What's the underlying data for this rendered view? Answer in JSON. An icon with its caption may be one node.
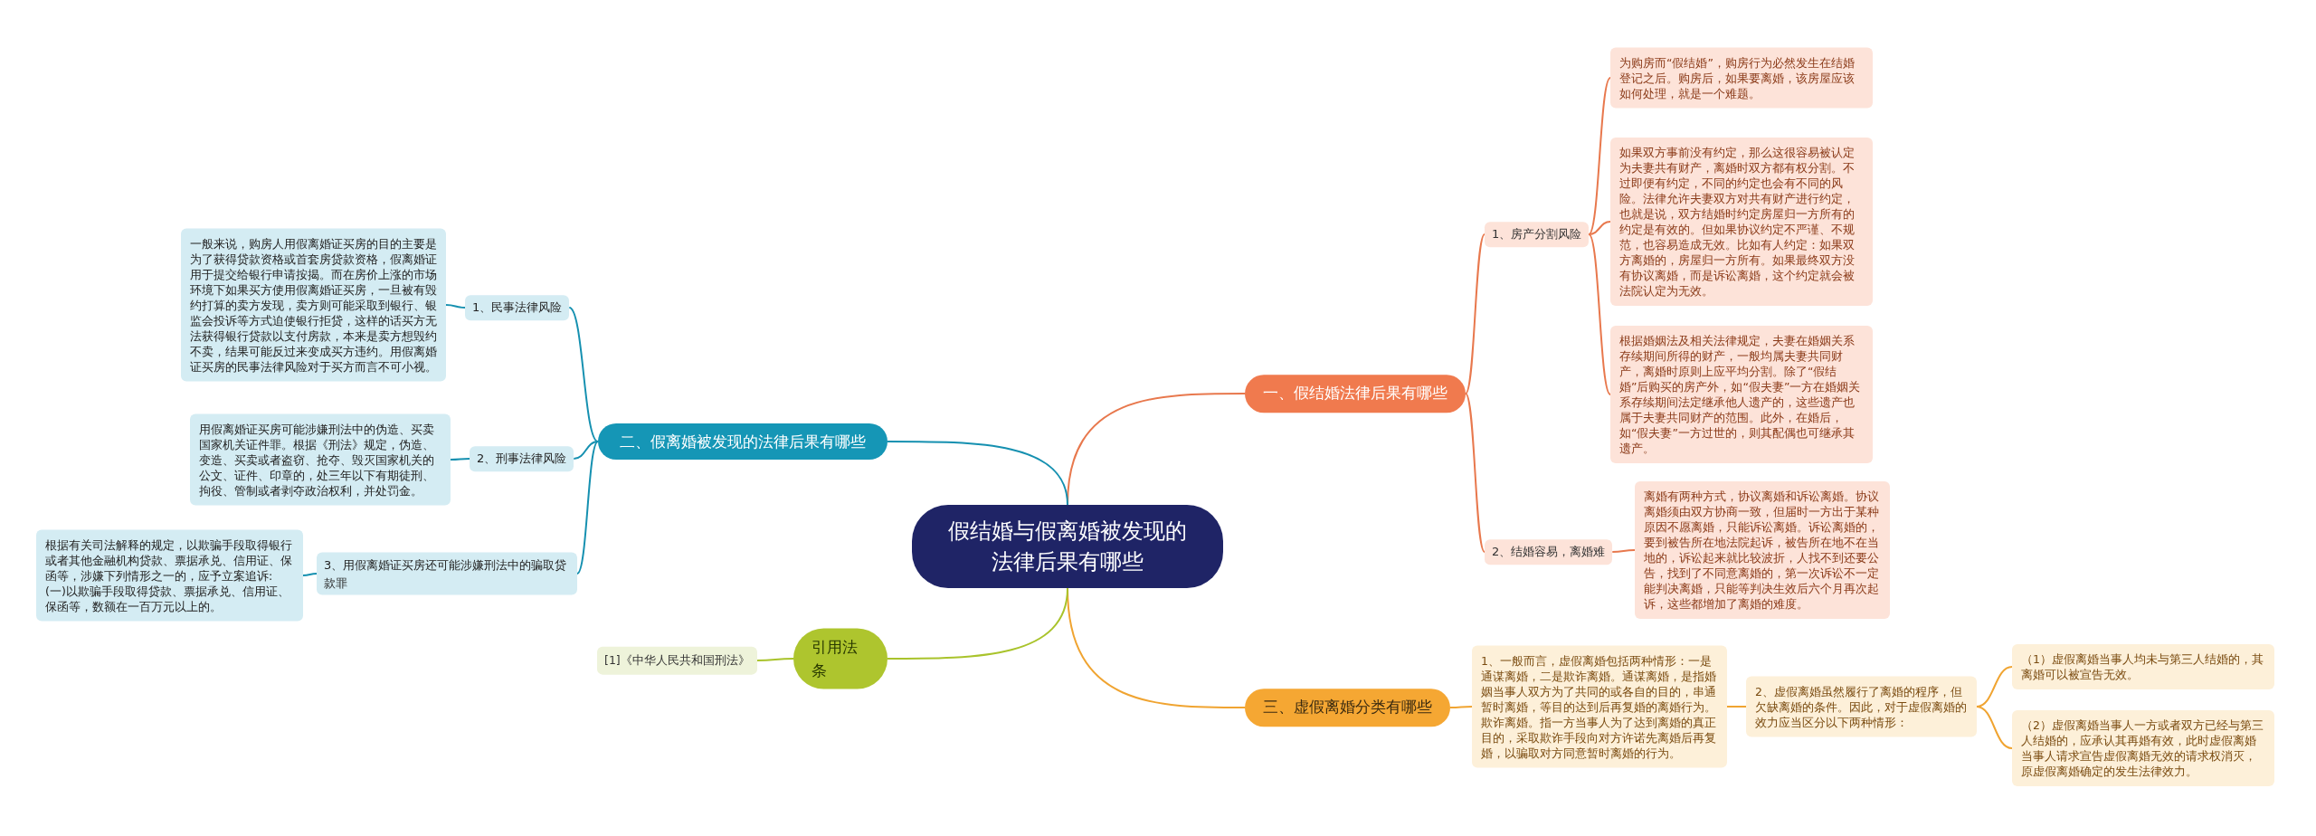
{
  "diagram": {
    "nodes": [
      {
        "text": [
          "假结婚与假离婚被发现的法律后果有哪些"
        ]
      },
      {
        "text": [
          "一、假结婚法律后果有哪些"
        ]
      },
      {
        "text": [
          "1、房产分割风险"
        ]
      },
      {
        "text": [
          "为购房而“假结婚”，购房行为必然发生在结婚登记之后。购房后，如果要离婚，该房屋应该如何处理，就是一个难题。"
        ]
      },
      {
        "text": [
          "如果双方事前没有约定，那么这很容易被认定为夫妻共有财产，离婚时双方都有权分割。不过即便有约定，不同的约定也会有不同的风险。法律允许夫妻双方对共有财产进行约定，也就是说，双方结婚时约定房屋归一方所有的约定是有效的。但如果协议约定不严谨、不规范，也容易造成无效。比如有人约定：如果双方离婚的，房屋归一方所有。如果最终双方没有协议离婚，而是诉讼离婚，这个约定就会被法院认定为无效。"
        ]
      },
      {
        "text": [
          "根据婚姻法及相关法律规定，夫妻在婚姻关系存续期间所得的财产，一般均属夫妻共同财产，离婚时原则上应平均分割。除了“假结婚”后购买的房产外，如“假夫妻”一方在婚姻关系存续期间法定继承他人遗产的，这些遗产也属于夫妻共同财产的范围。此外，在婚后，如“假夫妻”一方过世的，则其配偶也可继承其遗产。"
        ]
      },
      {
        "text": [
          "2、结婚容易，离婚难"
        ]
      },
      {
        "text": [
          "离婚有两种方式，协议离婚和诉讼离婚。协议离婚须由双方协商一致，但届时一方出于某种原因不愿离婚，只能诉讼离婚。诉讼离婚的，要到被告所在地法院起诉，被告所在地不在当地的，诉讼起来就比较波折，人找不到还要公告，找到了不同意离婚的，第一次诉讼不一定能判决离婚，只能等判决生效后六个月再次起诉，这些都增加了离婚的难度。"
        ]
      },
      {
        "text": [
          "三、虚假离婚分类有哪些"
        ]
      },
      {
        "text": [
          "1、一般而言，虚假离婚包括两种情形：一是通谋离婚，二是欺诈离婚。通谋离婚，是指婚姻当事人双方为了共同的或各自的目的，串通暂时离婚，等目的达到后再复婚的离婚行为。欺诈离婚。指一方当事人为了达到离婚的真正目的，采取欺诈手段向对方许诺先离婚后再复婚，以骗取对方同意暂时离婚的行为。"
        ]
      },
      {
        "text": [
          "2、虚假离婚虽然履行了离婚的程序，但欠缺离婚的条件。因此，对于虚假离婚的效力应当区分以下两种情形："
        ]
      },
      {
        "text": [
          "（1）虚假离婚当事人均未与第三人结婚的，其离婚可以被宣告无效。"
        ]
      },
      {
        "text": [
          "（2）虚假离婚当事人一方或者双方已经与第三人结婚的，应承认其再婚有效，此时虚假离婚当事人请求宣告虚假离婚无效的请求权消灭，原虚假离婚确定的发生法律效力。"
        ]
      },
      {
        "text": [
          "二、假离婚被发现的法律后果有哪些"
        ]
      },
      {
        "text": [
          "1、民事法律风险"
        ]
      },
      {
        "text": [
          "一般来说，购房人用假离婚证买房的目的主要是为了获得贷款资格或首套房贷款资格，假离婚证用于提交给银行申请按揭。而在房价上涨的市场环境下如果买方使用假离婚证买房，一旦被有毁约打算的卖方发现，卖方则可能采取到银行、银监会投诉等方式迫使银行拒贷，这样的话买方无法获得银行贷款以支付房款，本来是卖方想毁约不卖，结果可能反过来变成买方违约。用假离婚证买房的民事法律风险对于买方而言不可小视。"
        ]
      },
      {
        "text": [
          "2、刑事法律风险"
        ]
      },
      {
        "text": [
          "用假离婚证买房可能涉嫌刑法中的伪造、买卖国家机关证件罪。根据《刑法》规定，伪造、变造、买卖或者盗窃、抢夺、毁灭国家机关的公文、证件、印章的，处三年以下有期徒刑、拘役、管制或者剥夺政治权利，并处罚金。"
        ]
      },
      {
        "text": [
          "3、用假离婚证买房还可能涉嫌刑法中的骗取贷款罪"
        ]
      },
      {
        "text": [
          "根据有关司法解释的规定，以欺骗手段取得银行或者其他金融机构贷款、票据承兑、信用证、保函等，涉嫌下列情形之一的，应予立案追诉: (一)以欺骗手段取得贷款、票据承兑、信用证、保函等，数额在一百万元以上的。"
        ]
      },
      {
        "text": [
          "引用法条"
        ]
      },
      {
        "text": [
          "[1]《中华人民共和国刑法》"
        ]
      }
    ],
    "edges": [
      {
        "from": 0,
        "to": 1,
        "arrow": "none",
        "color": "#e8784d"
      },
      {
        "from": 1,
        "to": 2,
        "arrow": "none",
        "color": "#e8784d"
      },
      {
        "from": 2,
        "to": 3,
        "arrow": "none",
        "color": "#e8784d"
      },
      {
        "from": 2,
        "to": 4,
        "arrow": "none",
        "color": "#e8784d"
      },
      {
        "from": 2,
        "to": 5,
        "arrow": "none",
        "color": "#e8784d"
      },
      {
        "from": 1,
        "to": 6,
        "arrow": "none",
        "color": "#e8784d"
      },
      {
        "from": 6,
        "to": 7,
        "arrow": "none",
        "color": "#e8784d"
      },
      {
        "from": 0,
        "to": 8,
        "arrow": "none",
        "color": "#f0a431"
      },
      {
        "from": 8,
        "to": 9,
        "arrow": "none",
        "color": "#f0a431"
      },
      {
        "from": 9,
        "to": 10,
        "arrow": "none",
        "color": "#f0a431"
      },
      {
        "from": 10,
        "to": 11,
        "arrow": "none",
        "color": "#f0a431"
      },
      {
        "from": 10,
        "to": 12,
        "arrow": "none",
        "color": "#f0a431"
      },
      {
        "from": 0,
        "to": 13,
        "arrow": "none",
        "color": "#1590b0"
      },
      {
        "from": 13,
        "to": 14,
        "arrow": "none",
        "color": "#1590b0"
      },
      {
        "from": 14,
        "to": 15,
        "arrow": "none",
        "color": "#1590b0"
      },
      {
        "from": 13,
        "to": 16,
        "arrow": "none",
        "color": "#1590b0"
      },
      {
        "from": 16,
        "to": 17,
        "arrow": "none",
        "color": "#1590b0"
      },
      {
        "from": 13,
        "to": 18,
        "arrow": "none",
        "color": "#1590b0"
      },
      {
        "from": 18,
        "to": 19,
        "arrow": "none",
        "color": "#1590b0"
      },
      {
        "from": 0,
        "to": 20,
        "arrow": "none",
        "color": "#a9c32b"
      },
      {
        "from": 20,
        "to": 21,
        "arrow": "none",
        "color": "#a9c32b"
      }
    ]
  }
}
